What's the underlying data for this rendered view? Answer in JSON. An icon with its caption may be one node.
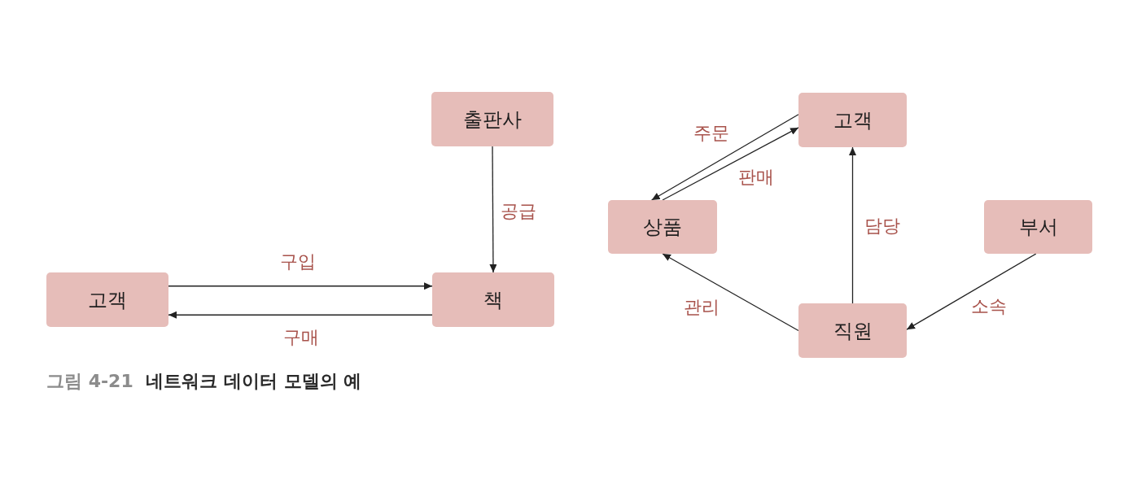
{
  "diagram": {
    "caption": "그림 4-21 네트워크 데이터 모델의 예",
    "nodes": [
      {
        "text": [
          "출판사"
        ]
      },
      {
        "text": [
          "고객"
        ]
      },
      {
        "text": [
          "책"
        ]
      },
      {
        "text": [
          "고객"
        ]
      },
      {
        "text": [
          "상품"
        ]
      },
      {
        "text": [
          "부서"
        ]
      },
      {
        "text": [
          "직원"
        ]
      }
    ],
    "edges": [
      {
        "from": 0,
        "to": 2,
        "arrow": "to",
        "label": "공급"
      },
      {
        "from": 1,
        "to": 2,
        "arrow": "to",
        "label": "구입"
      },
      {
        "from": 2,
        "to": 1,
        "arrow": "to",
        "label": "구매"
      },
      {
        "from": 3,
        "to": 4,
        "arrow": "to",
        "label": "주문"
      },
      {
        "from": 4,
        "to": 3,
        "arrow": "to",
        "label": "판매"
      },
      {
        "from": 6,
        "to": 3,
        "arrow": "to",
        "label": "담당"
      },
      {
        "from": 6,
        "to": 4,
        "arrow": "to",
        "label": "관리"
      },
      {
        "from": 5,
        "to": 6,
        "arrow": "to",
        "label": "소속"
      }
    ]
  }
}
